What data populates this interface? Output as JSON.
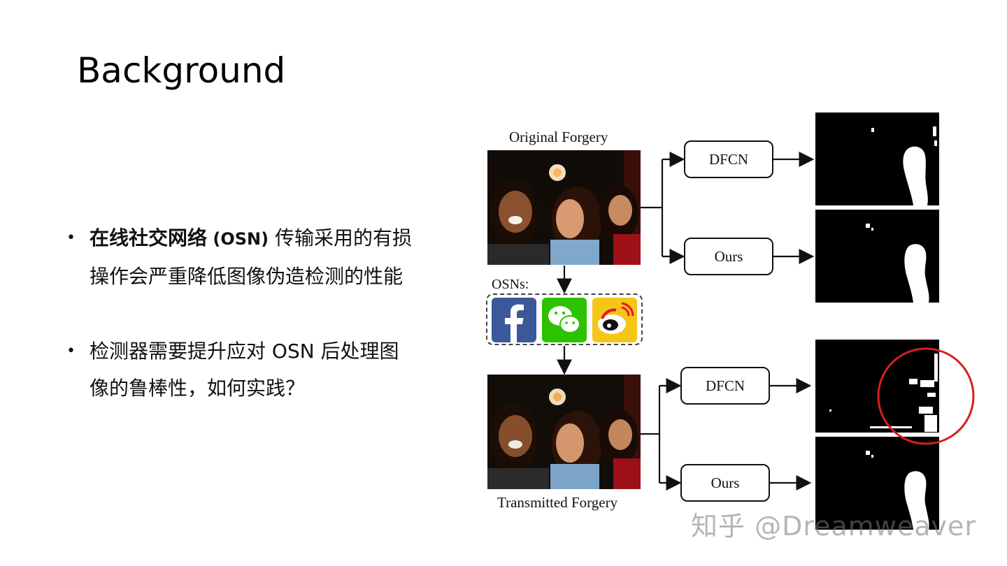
{
  "title": "Background",
  "bullets": [
    {
      "bold": "在线社交网络",
      "bold_en": "(OSN)",
      "rest_line1": " 传输采用的有损",
      "line2": "操作会严重降低图像伪造检测的性能"
    },
    {
      "line1": "检测器需要提升应对 OSN 后处理图",
      "line2": "像的鲁棒性，如何实践？"
    }
  ],
  "diagram": {
    "original_label": "Original Forgery",
    "osn_label": "OSNs:",
    "transmitted_label": "Transmitted Forgery",
    "top_boxes": {
      "dfcn": "DFCN",
      "ours": "Ours"
    },
    "bottom_boxes": {
      "dfcn": "DFCN",
      "ours": "Ours"
    },
    "osn_icons": [
      "facebook-icon",
      "wechat-icon",
      "weibo-icon"
    ],
    "colors": {
      "facebook": "#3b5998",
      "wechat": "#2dc100",
      "weibo": "#f5c518",
      "highlight": "#d42020"
    }
  },
  "watermark": "知乎 @Dreamweaver"
}
